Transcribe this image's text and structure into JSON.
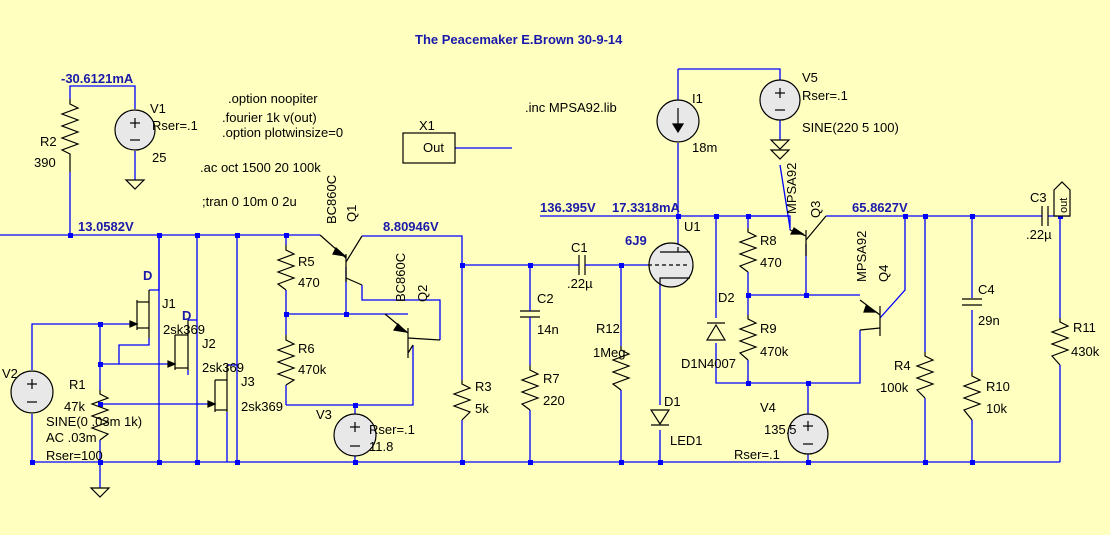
{
  "title": "The Peacemaker E.Brown 30-9-14",
  "directives": {
    "noopiter": ".option noopiter",
    "fourier": ".fourier 1k v(out)",
    "plotwinsize": ".option plotwinsize=0",
    "ac": ".ac oct 1500 20 100k",
    "tran": ";tran 0 10m 0 2u",
    "inc": ".inc MPSA92.lib"
  },
  "annotations": {
    "i_r2": "-30.6121mA",
    "v_rail": "13.0582V",
    "v_q1": "8.80946V",
    "v_plate": "136.395V",
    "i_u1": "17.3318mA",
    "v_q3": "65.8627V"
  },
  "components": {
    "V1": {
      "name": "V1",
      "rser": "Rser=.1",
      "value": "25"
    },
    "R2": {
      "name": "R2",
      "value": "390"
    },
    "X1": {
      "name": "X1",
      "label": "Out"
    },
    "J1": {
      "name": "J1",
      "model": "2sk369"
    },
    "J2": {
      "name": "J2",
      "model": "2sk369"
    },
    "J3": {
      "name": "J3",
      "model": "2sk369"
    },
    "D_J1": "D",
    "D_J2": "D",
    "Q1": {
      "name": "Q1",
      "model": "BC860C"
    },
    "Q2": {
      "name": "Q2",
      "model": "BC860C"
    },
    "R5": {
      "name": "R5",
      "value": "470"
    },
    "R6": {
      "name": "R6",
      "value": "470k"
    },
    "V2": {
      "name": "V2",
      "value": "SINE(0 .03m 1k)",
      "ac": "AC .03m",
      "rser": "Rser=100"
    },
    "R1": {
      "name": "R1",
      "value": "47k"
    },
    "V3": {
      "name": "V3",
      "rser": "Rser=.1",
      "value": "11.8"
    },
    "R3": {
      "name": "R3",
      "value": "5k"
    },
    "C2": {
      "name": "C2",
      "value": "14n"
    },
    "R7": {
      "name": "R7",
      "value": "220"
    },
    "C1": {
      "name": "C1",
      "value": ".22µ"
    },
    "R12": {
      "name": "R12",
      "value": "1Meg"
    },
    "U1": {
      "name": "U1",
      "model": "6J9"
    },
    "D1": {
      "name": "D1",
      "model": "LED1"
    },
    "I1": {
      "name": "I1",
      "value": "18m"
    },
    "V5": {
      "name": "V5",
      "rser": "Rser=.1",
      "value": "SINE(220 5 100)"
    },
    "Q3": {
      "name": "Q3",
      "model": "MPSA92"
    },
    "Q4": {
      "name": "Q4",
      "model": "MPSA92"
    },
    "R8": {
      "name": "R8",
      "value": "470"
    },
    "R9": {
      "name": "R9",
      "value": "470k"
    },
    "D2": {
      "name": "D2",
      "model": "D1N4007"
    },
    "V4": {
      "name": "V4",
      "value": "135.5",
      "rser": "Rser=.1"
    },
    "R4": {
      "name": "R4",
      "value": "100k"
    },
    "C4": {
      "name": "C4",
      "value": "29n"
    },
    "R10": {
      "name": "R10",
      "value": "10k"
    },
    "C3": {
      "name": "C3",
      "value": ".22µ"
    },
    "R11": {
      "name": "R11",
      "value": "430k"
    },
    "out": "out"
  }
}
